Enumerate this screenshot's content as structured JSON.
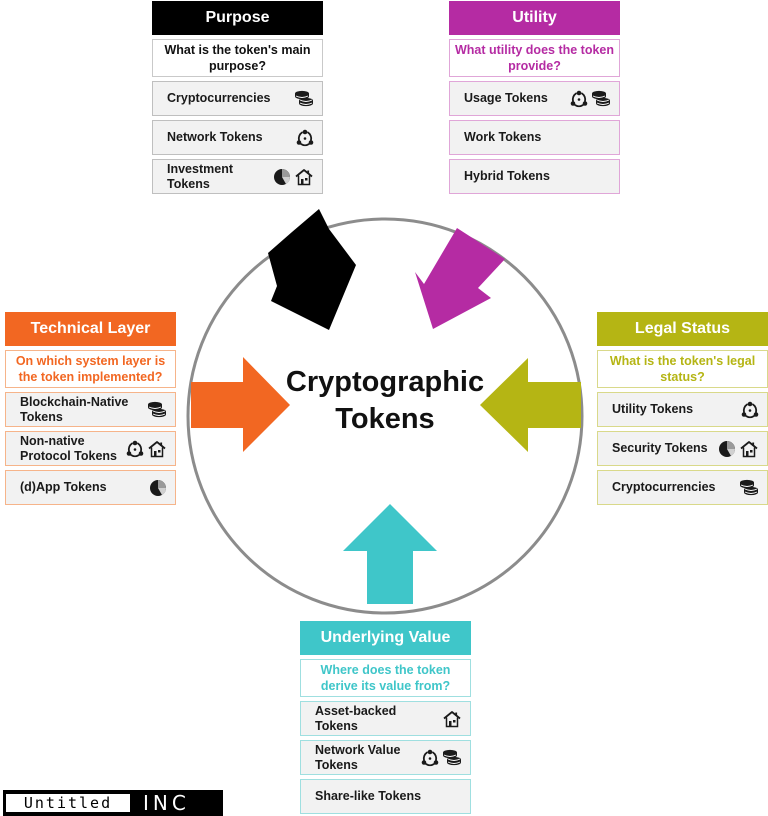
{
  "center": {
    "line1": "Cryptographic",
    "line2": "Tokens"
  },
  "colors": {
    "purpose": "#000000",
    "utility": "#b52ba3",
    "technical": "#f26722",
    "legal": "#b5b514",
    "underlying": "#3fc6c9"
  },
  "panels": {
    "purpose": {
      "title": "Purpose",
      "question": "What is the token's main purpose?",
      "items": [
        {
          "label": "Cryptocurrencies",
          "icons": [
            "coins-icon"
          ]
        },
        {
          "label": "Network Tokens",
          "icons": [
            "network-icon"
          ]
        },
        {
          "label": "Investment Tokens",
          "icons": [
            "pie-chart-icon",
            "house-icon"
          ]
        }
      ]
    },
    "utility": {
      "title": "Utility",
      "question": "What utility does the token provide?",
      "items": [
        {
          "label": "Usage Tokens",
          "icons": [
            "network-icon",
            "coins-icon"
          ]
        },
        {
          "label": "Work Tokens",
          "icons": []
        },
        {
          "label": "Hybrid Tokens",
          "icons": []
        }
      ]
    },
    "technical": {
      "title": "Technical Layer",
      "question": "On which system layer is the token implemented?",
      "items": [
        {
          "label": "Blockchain-Native Tokens",
          "icons": [
            "coins-icon"
          ]
        },
        {
          "label": "Non-native Protocol Tokens",
          "icons": [
            "network-icon",
            "house-icon"
          ]
        },
        {
          "label": "(d)App Tokens",
          "icons": [
            "pie-chart-icon"
          ]
        }
      ]
    },
    "legal": {
      "title": "Legal Status",
      "question": "What is the token's legal status?",
      "items": [
        {
          "label": "Utility Tokens",
          "icons": [
            "network-icon"
          ]
        },
        {
          "label": "Security Tokens",
          "icons": [
            "pie-chart-icon",
            "house-icon"
          ]
        },
        {
          "label": "Cryptocurrencies",
          "icons": [
            "coins-icon"
          ]
        }
      ]
    },
    "underlying": {
      "title": "Underlying Value",
      "question": "Where does the token derive its value from?",
      "items": [
        {
          "label": "Asset-backed Tokens",
          "icons": [
            "house-icon"
          ]
        },
        {
          "label": "Network Value Tokens",
          "icons": [
            "network-icon",
            "coins-icon"
          ]
        },
        {
          "label": "Share-like Tokens",
          "icons": []
        }
      ]
    }
  },
  "watermark": {
    "name": "Untitled",
    "suffix": "INC"
  }
}
